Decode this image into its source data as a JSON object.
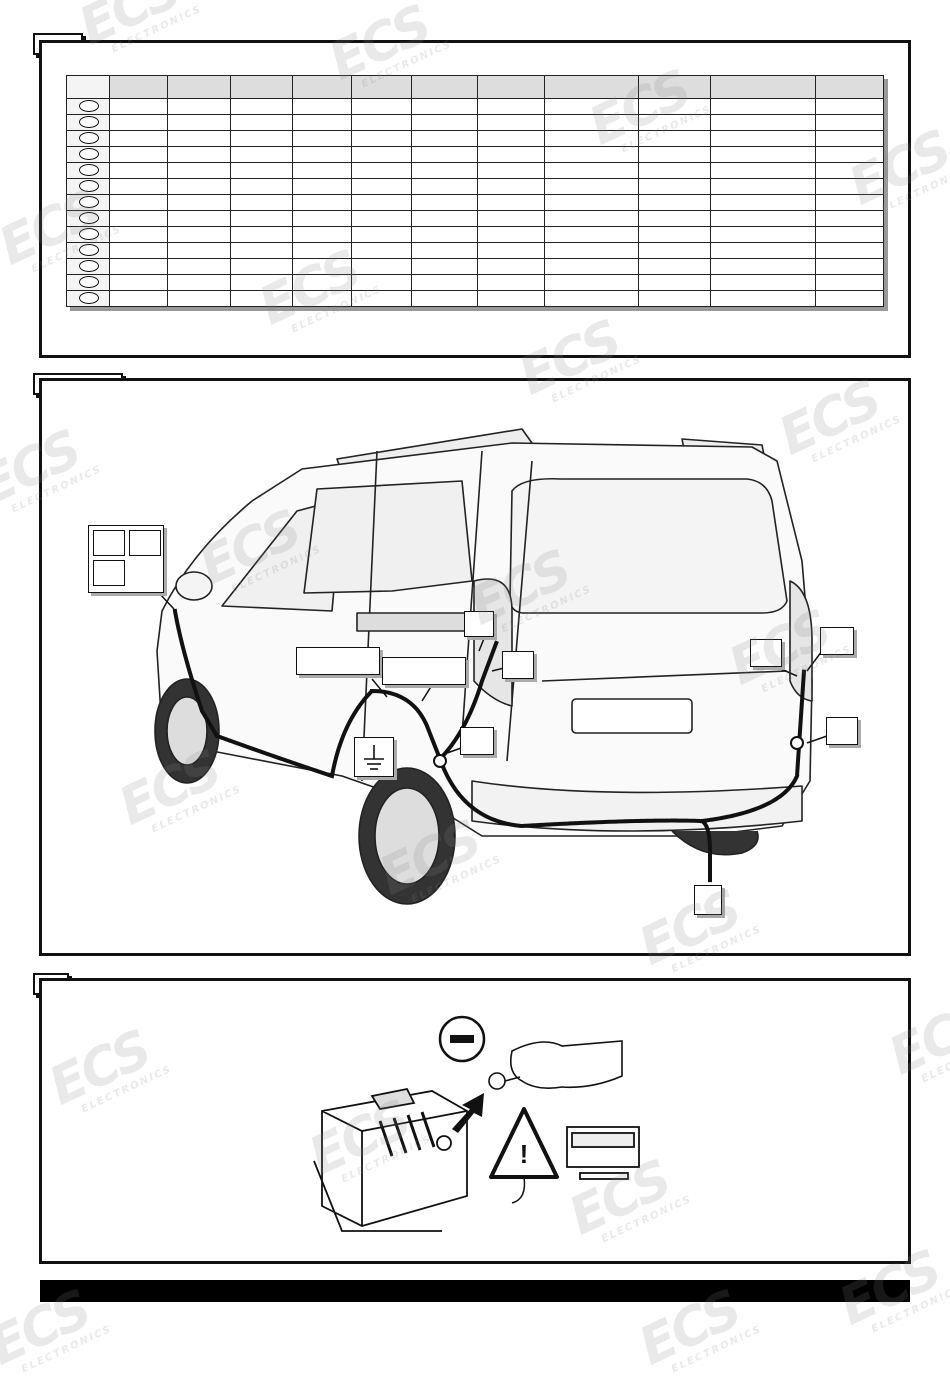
{
  "watermark": {
    "brand": "ECS",
    "sub": "ELECTRONICS"
  },
  "table": {
    "column_count": 12,
    "row_count": 13
  },
  "install": {
    "warning_symbol": "!",
    "minus_symbol": "−"
  },
  "colors": {
    "frame": "#111111",
    "header_fill": "#dddddd",
    "wire": "#111111"
  },
  "icons": [
    "ground-symbol-icon",
    "warning-triangle-icon",
    "radio-icon",
    "battery-icon",
    "minus-terminal-icon",
    "arrow-icon"
  ]
}
